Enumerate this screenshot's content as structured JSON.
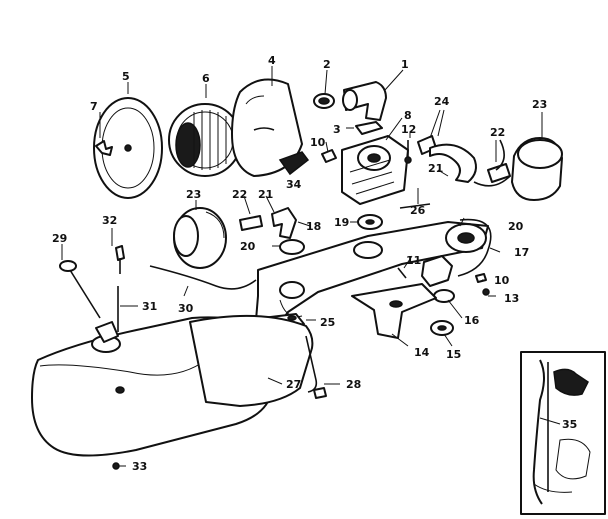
{
  "labels": {
    "l1": "1",
    "l2": "2",
    "l3": "3",
    "l4": "4",
    "l5": "5",
    "l6": "6",
    "l7": "7",
    "l8": "8",
    "l10a": "10",
    "l10b": "10",
    "l11": "11",
    "l12": "12",
    "l13": "13",
    "l14": "14",
    "l15": "15",
    "l16": "16",
    "l17": "17",
    "l18": "18",
    "l19": "19",
    "l20a": "20",
    "l20b": "20",
    "l21a": "21",
    "l21b": "21",
    "l22a": "22",
    "l22b": "22",
    "l23a": "23",
    "l23b": "23",
    "l24": "24",
    "l25": "25",
    "l26": "26",
    "l27": "27",
    "l28": "28",
    "l29": "29",
    "l30": "30",
    "l31": "31",
    "l32": "32",
    "l33": "33",
    "l34": "34",
    "l35": "35"
  }
}
